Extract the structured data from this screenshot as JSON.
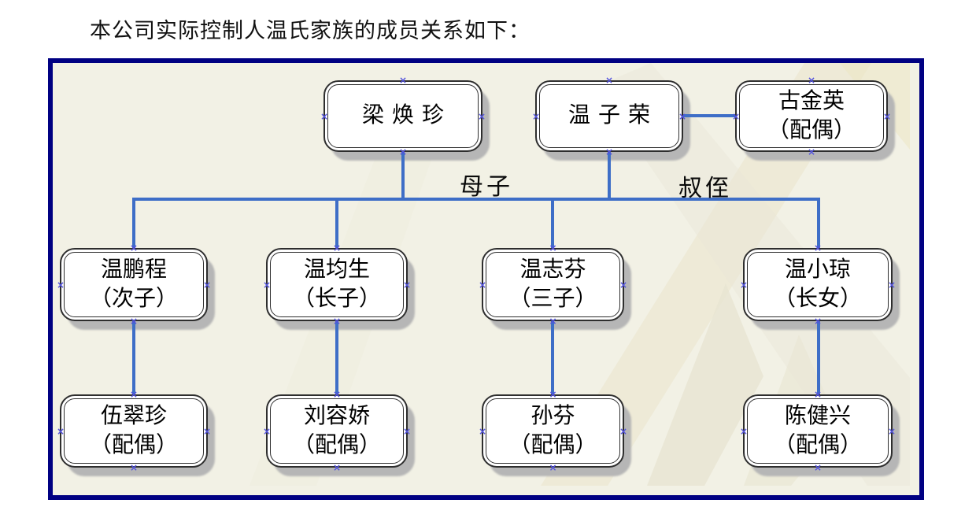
{
  "title": "本公司实际控制人温氏家族的成员关系如下：",
  "edge_labels": {
    "mother_son": "母子",
    "uncle_nephew": "叔侄"
  },
  "nodes": {
    "liang_huanzhen": {
      "name": "梁焕珍",
      "note": ""
    },
    "wen_zirong": {
      "name": "温子荣",
      "note": ""
    },
    "gu_jinying": {
      "name": "古金英",
      "note": "（配偶）"
    },
    "wen_pengcheng": {
      "name": "温鹏程",
      "note": "（次子）"
    },
    "wen_junsheng": {
      "name": "温均生",
      "note": "（长子）"
    },
    "wen_zhifen": {
      "name": "温志芬",
      "note": "（三子）"
    },
    "wen_xiaoqiong": {
      "name": "温小琼",
      "note": "（长女）"
    },
    "wu_cuizhen": {
      "name": "伍翠珍",
      "note": "（配偶）"
    },
    "liu_rongjiao": {
      "name": "刘容娇",
      "note": "（配偶）"
    },
    "sun_fen": {
      "name": "孙芬",
      "note": "（配偶）"
    },
    "chen_jianxing": {
      "name": "陈健兴",
      "note": "（配偶）"
    }
  },
  "ui": {
    "handle_glyph": "×"
  },
  "colors": {
    "frame_border": "#000082",
    "canvas_background": "#f2f1e5",
    "connector_blue": "#3e6ec7",
    "node_border": "#2e2e2e",
    "node_fill": "#ffffff",
    "node_shadow": "#b6b6b6",
    "selection_handle": "#5252dd",
    "text": "#000000"
  }
}
